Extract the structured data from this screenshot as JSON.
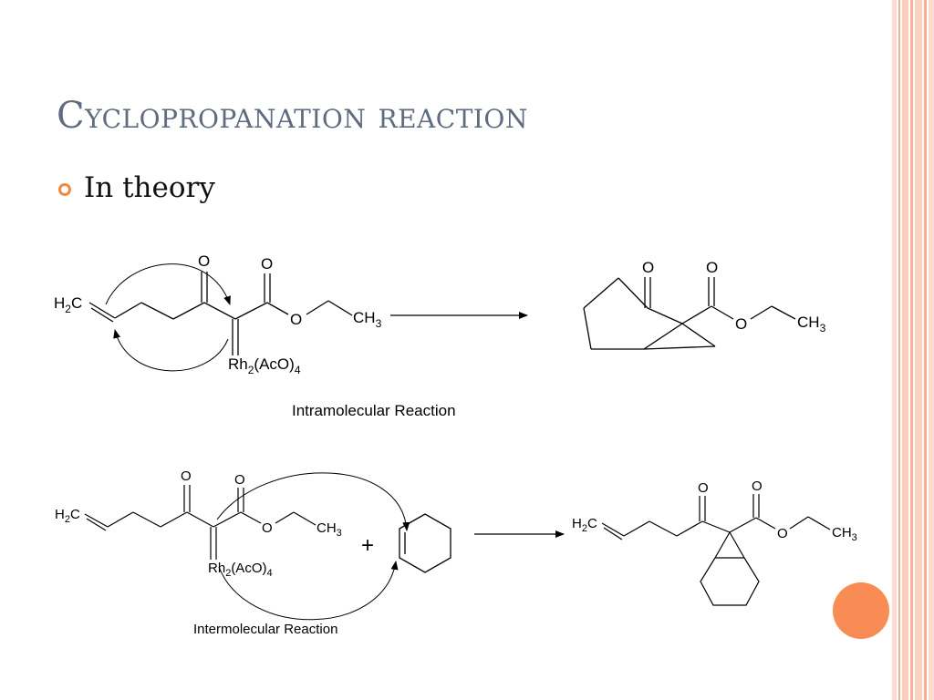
{
  "slide": {
    "title": "Cyclopropanation reaction",
    "bullet": "In theory"
  },
  "scheme1": {
    "caption": "Intramolecular Reaction",
    "o": "O",
    "h": "H",
    "two": "2",
    "c": "C",
    "ch": "CH",
    "three": "3",
    "rh": "Rh",
    "aco": "(AcO)",
    "four": "4"
  },
  "scheme2": {
    "caption": "Intermolecular Reaction",
    "plus": "+",
    "o": "O",
    "h": "H",
    "two": "2",
    "c": "C",
    "ch": "CH",
    "three": "3",
    "rh": "Rh",
    "aco": "(AcO)",
    "four": "4"
  },
  "colors": {
    "title": "#5f6b7e",
    "bullet_ring": "#f08a40",
    "accent_circle": "#f98c54",
    "stripe_light": "#fbd3c2",
    "stripe_mid": "#f7b49a"
  }
}
